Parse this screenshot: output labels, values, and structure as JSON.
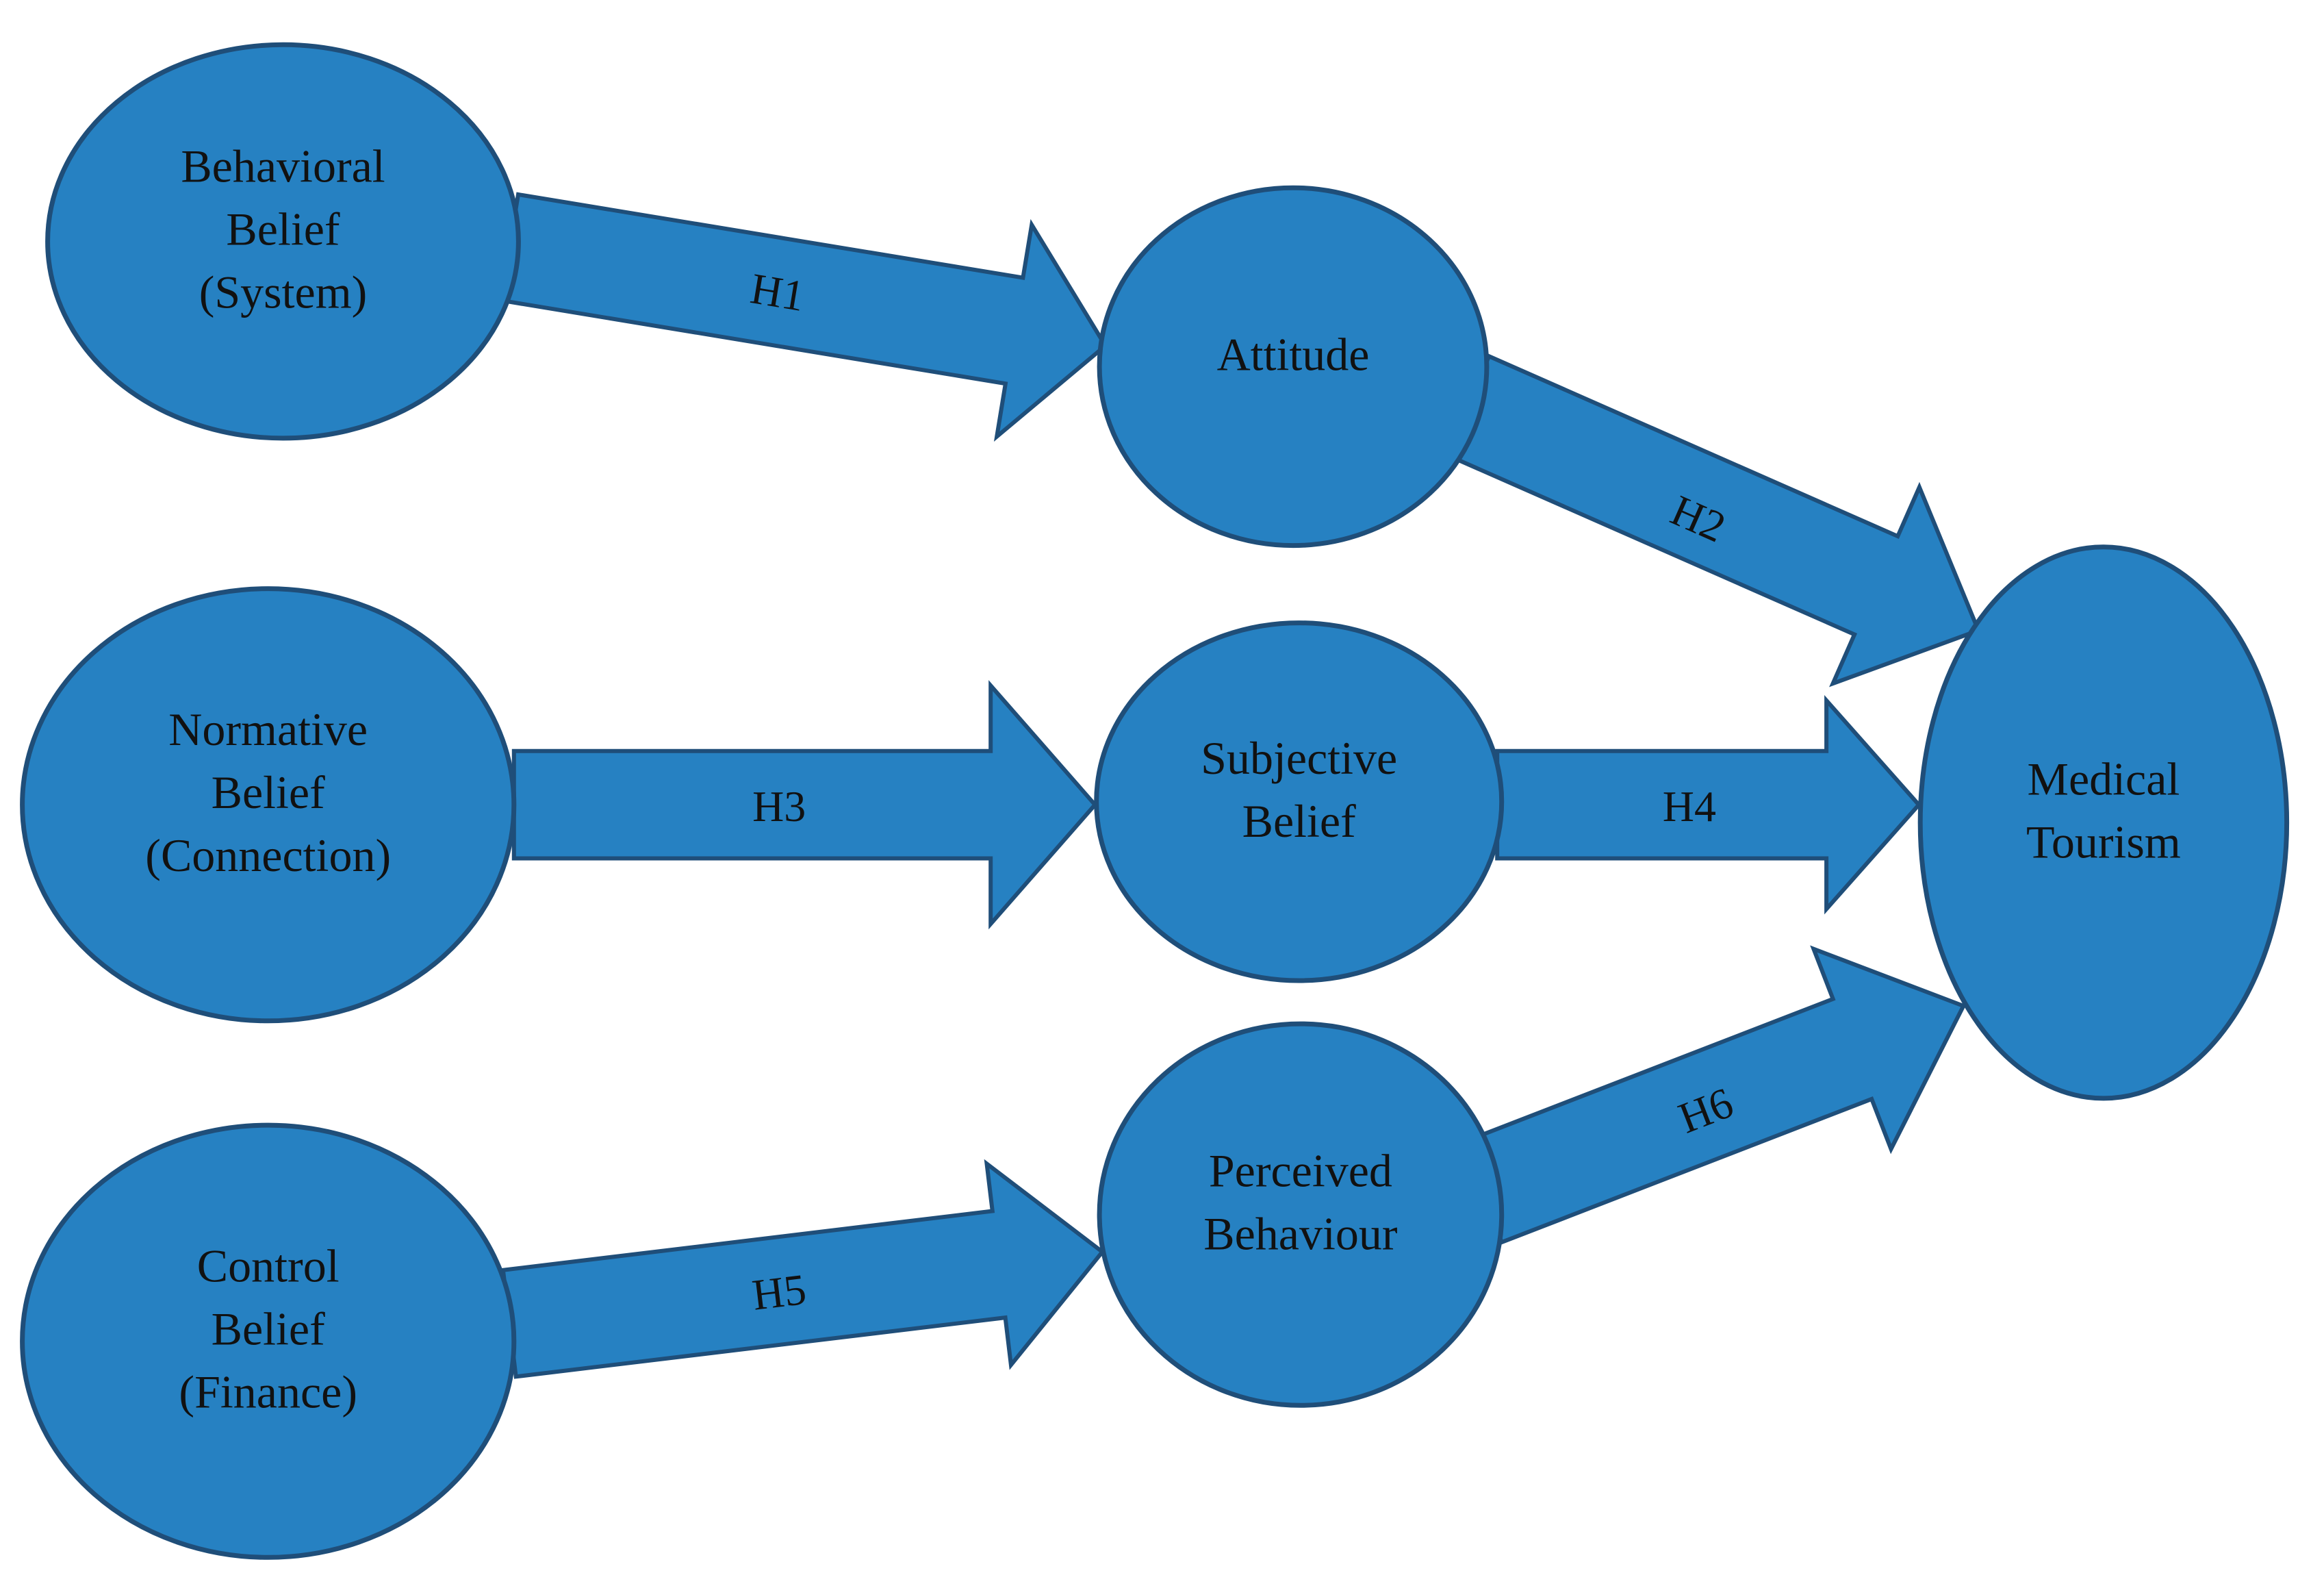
{
  "colors": {
    "node_fill": "#2681c2",
    "outline": "#1f4e79",
    "text": "#111111",
    "background": "#ffffff"
  },
  "nodes": [
    {
      "id": "behavioral-belief",
      "lines": [
        "Behavioral",
        "Belief",
        "(System)"
      ]
    },
    {
      "id": "normative-belief",
      "lines": [
        "Normative",
        "Belief",
        "(Connection)"
      ]
    },
    {
      "id": "control-belief",
      "lines": [
        "Control",
        "Belief",
        "(Finance)"
      ]
    },
    {
      "id": "attitude",
      "lines": [
        "Attitude"
      ]
    },
    {
      "id": "subjective-belief",
      "lines": [
        "Subjective",
        "Belief"
      ]
    },
    {
      "id": "perceived-behaviour",
      "lines": [
        "Perceived",
        "Behaviour"
      ]
    },
    {
      "id": "medical-tourism",
      "lines": [
        "Medical",
        "Tourism"
      ]
    }
  ],
  "edges": [
    {
      "id": "h1",
      "label": "H1",
      "from": "behavioral-belief",
      "to": "attitude"
    },
    {
      "id": "h2",
      "label": "H2",
      "from": "attitude",
      "to": "medical-tourism"
    },
    {
      "id": "h3",
      "label": "H3",
      "from": "normative-belief",
      "to": "subjective-belief"
    },
    {
      "id": "h4",
      "label": "H4",
      "from": "subjective-belief",
      "to": "medical-tourism"
    },
    {
      "id": "h5",
      "label": "H5",
      "from": "control-belief",
      "to": "perceived-behaviour"
    },
    {
      "id": "h6",
      "label": "H6",
      "from": "perceived-behaviour",
      "to": "medical-tourism"
    }
  ]
}
